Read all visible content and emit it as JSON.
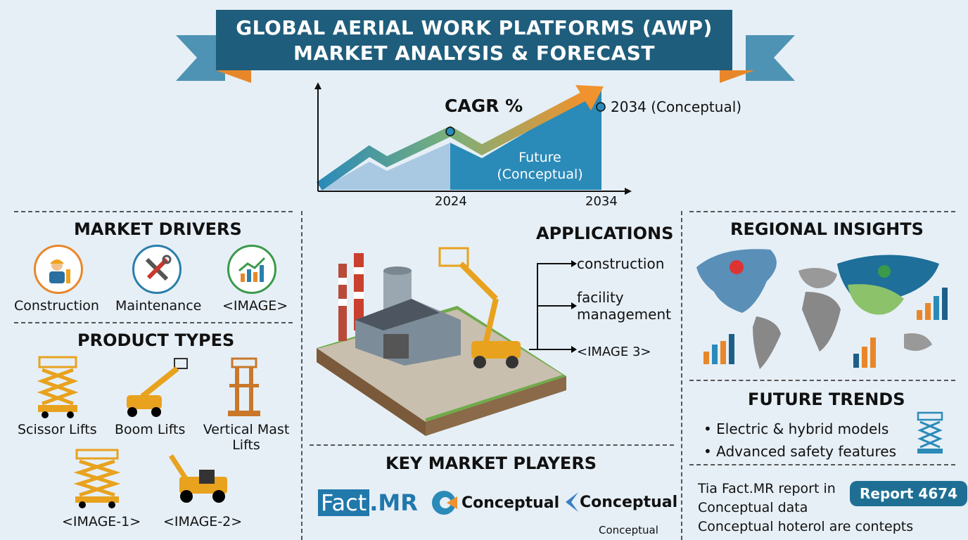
{
  "title": {
    "line1": "GLOBAL AERIAL WORK PLATFORMS (AWP)",
    "line2": "MARKET ANALYSIS & FORECAST"
  },
  "chart": {
    "cagr_label": "CAGR %",
    "end_label": "2034 (Conceptual)",
    "future_label_1": "Future",
    "future_label_2": "(Conceptual)",
    "x_ticks": [
      "2024",
      "2034"
    ]
  },
  "market_drivers": {
    "heading": "MARKET DRIVERS",
    "items": [
      {
        "label": "Construction",
        "icon": "construction-worker-icon"
      },
      {
        "label": "Maintenance",
        "icon": "tools-icon"
      },
      {
        "label": "<IMAGE>",
        "icon": "growth-chart-icon"
      }
    ]
  },
  "product_types": {
    "heading": "PRODUCT TYPES",
    "items": [
      "Scissor Lifts",
      "Boom Lifts",
      "Vertical Mast Lifts",
      "<IMAGE-1>",
      "<IMAGE-2>"
    ]
  },
  "applications": {
    "heading": "APPLICATIONS",
    "items": [
      "construction",
      "facility management",
      "<IMAGE 3>"
    ]
  },
  "key_players": {
    "heading": "KEY MARKET PLAYERS",
    "logos": [
      {
        "part1": "Fact",
        "part2": ".MR"
      },
      {
        "name": "Conceptual"
      },
      {
        "name": "Conceptual"
      }
    ],
    "caption": "Conceptual"
  },
  "regional": {
    "heading": "REGIONAL INSIGHTS"
  },
  "future_trends": {
    "heading": "FUTURE TRENDS",
    "items": [
      "Electric & hybrid models",
      "Advanced safety features"
    ]
  },
  "footer": {
    "lines": [
      "Tia Fact.MR report in",
      "Conceptual data",
      "Conceptual hoterol are contepts"
    ],
    "badge": "Report 4674"
  },
  "colors": {
    "banner": "#1f5d7c",
    "accent_orange": "#f0922e",
    "teal": "#2a8ab8"
  }
}
